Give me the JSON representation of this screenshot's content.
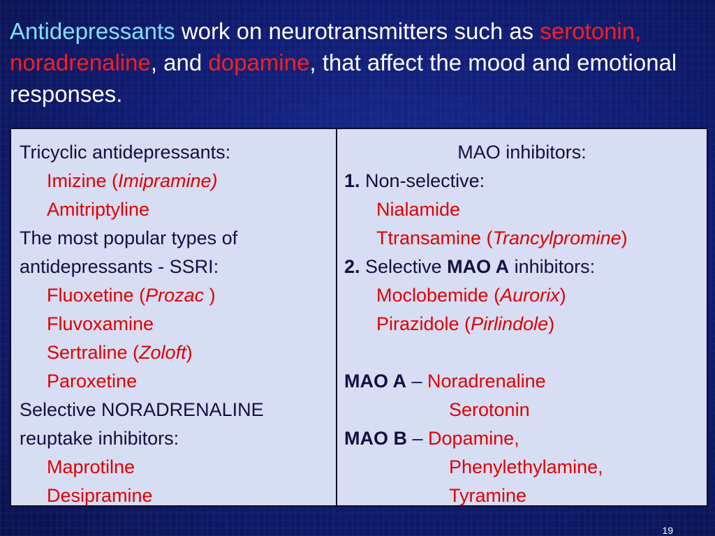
{
  "title": {
    "p1": "Antidepressants",
    "p2": " work on neurotransmitters such as ",
    "p3": "serotonin, noradrenaline",
    "p4": ", and ",
    "p5": "dopamine",
    "p6": ", that affect the mood and emotional responses."
  },
  "left": {
    "tricyclic_heading": "Tricyclic antidepressants:",
    "imizine": "Imizine (",
    "imipramine": "Imipramine)",
    "amitriptyline": "Amitriptyline",
    "popular_1": "The most popular types of",
    "popular_2": "antidepressants - SSRI:",
    "fluoxetine": "Fluoxetine (",
    "prozac": "Prozac",
    "prozac_close": " )",
    "fluvoxamine": "Fluvoxamine",
    "sertraline": "Sertraline (",
    "zoloft": "Zoloft",
    "sertraline_close": ")",
    "paroxetine": "Paroxetine",
    "selective_1": "Selective NORADRENALINE",
    "selective_2": "reuptake inhibitors:",
    "maprotilne": "Maprotilne",
    "desipramine": "Desipramine"
  },
  "right": {
    "mao_heading": "MAO inhibitors:",
    "ns_num": "1.",
    "ns_text": " Non-selective:",
    "nialamide": "Nialamide",
    "ttransamine": "Ttransamine (",
    "trancylpromine": "Trancylpromine",
    "ttransamine_close": ")",
    "sel_num": "2.",
    "sel_text1": " Selective ",
    "sel_bold": "MAO A",
    "sel_text2": " inhibitors:",
    "moclobemide": "Moclobemide (",
    "aurorix": "Aurorix",
    "moclobemide_close": ")",
    "pirazidole": "Pirazidole (",
    "pirlindole": "Pirlindole",
    "pirazidole_close": ")",
    "maoa_label": "MAO A",
    "maoa_dash": " – ",
    "maoa_1": "Noradrenaline",
    "maoa_2": "Serotonin",
    "maob_label": "MAO B",
    "maob_dash": " – ",
    "maob_1": "Dopamine,",
    "maob_2": "Phenylethylamine,",
    "maob_3": "Tyramine"
  },
  "page_number": "19"
}
